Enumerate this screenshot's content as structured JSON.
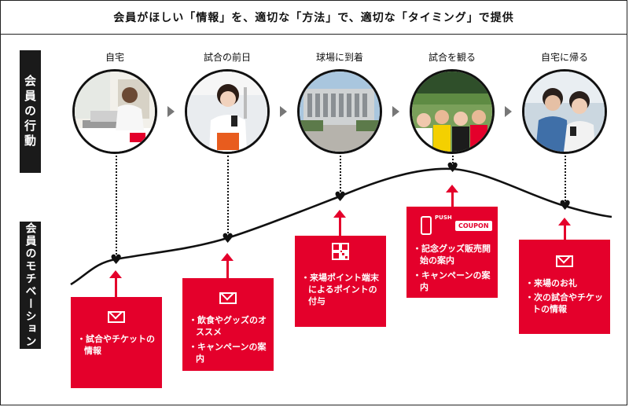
{
  "title": "会員がほしい「情報」を、適切な「方法」で、適切な「タイミング」で提供",
  "rows": {
    "action": "会員の行動",
    "motivation": "会員のモチベーション"
  },
  "steps": [
    {
      "label": "自宅",
      "photo": "home-photo"
    },
    {
      "label": "試合の前日",
      "photo": "day-before-photo"
    },
    {
      "label": "球場に到着",
      "photo": "stadium-photo"
    },
    {
      "label": "試合を観る",
      "photo": "watching-photo"
    },
    {
      "label": "自宅に帰る",
      "photo": "return-home-photo"
    }
  ],
  "boxes": [
    {
      "icon": "mail-icon",
      "items": [
        "・試合やチケットの情報"
      ]
    },
    {
      "icon": "mail-icon",
      "items": [
        "・飲食やグッズのオススメ",
        "・キャンペーンの案内"
      ]
    },
    {
      "icon": "qr-code-icon",
      "items": [
        "・来場ポイント端末によるポイントの付与"
      ]
    },
    {
      "icon": "push-coupon-icon",
      "push": "PUSH",
      "coupon": "COUPON",
      "items": [
        "・記念グッズ販売開始の案内",
        "・キャンペーンの案内"
      ]
    },
    {
      "icon": "mail-icon",
      "items": [
        "・来場のお礼",
        "・次の試合やチケットの情報"
      ]
    }
  ],
  "colors": {
    "accent": "#e4002b",
    "dark": "#1a1a1a"
  }
}
